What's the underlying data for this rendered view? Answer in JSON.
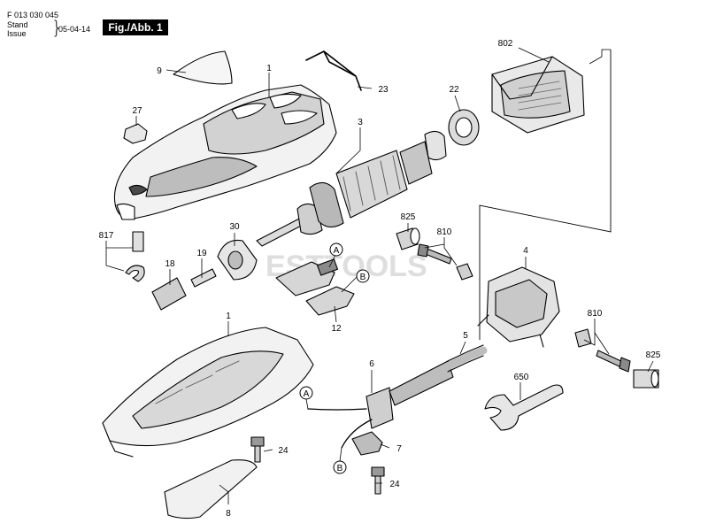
{
  "header": {
    "doc_number": "F 013 030 045",
    "stand_label": "Stand",
    "issue_label": "Issue",
    "brace": "}",
    "issue_date": "05-04-14",
    "fig_label": "Fig./Abb. 1"
  },
  "watermark": "ESTTOOLS",
  "colors": {
    "line": "#000000",
    "part_fill": "#f3f3f3",
    "shade": "#bdbdbd",
    "dark": "#4a4a4a",
    "watermark": "#d9d9d9"
  },
  "callouts": {
    "p1_top": "1",
    "p1_bottom": "1",
    "p3": "3",
    "p4": "4",
    "p5": "5",
    "p6": "6",
    "p7": "7",
    "p8": "8",
    "p9": "9",
    "p12": "12",
    "p18": "18",
    "p19": "19",
    "p22": "22",
    "p23": "23",
    "p24_a": "24",
    "p24_b": "24",
    "p27": "27",
    "p30": "30",
    "p650": "650",
    "p802": "802",
    "p810_a": "810",
    "p810_b": "810",
    "p817": "817",
    "p825_a": "825",
    "p825_b": "825"
  },
  "markers": {
    "a_upper": "A",
    "b_upper": "B",
    "a_lower": "A",
    "b_lower": "B"
  }
}
